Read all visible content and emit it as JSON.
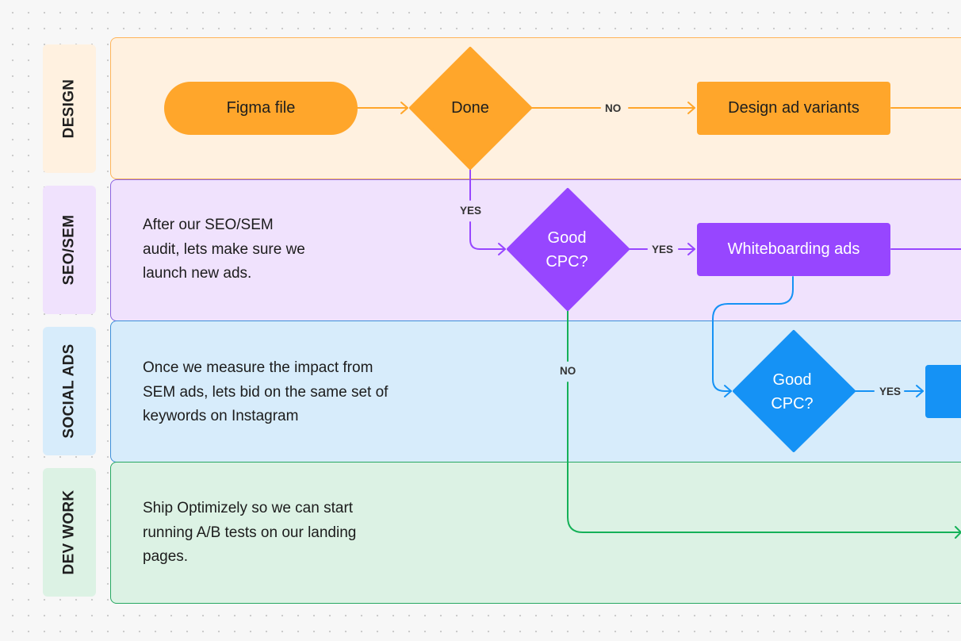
{
  "lanes": [
    {
      "label": "DESIGN",
      "color": "#fff1e0",
      "border": "#ffa62b"
    },
    {
      "label": "SEO/SEM",
      "color": "#f0e2fd",
      "border": "#8f5bdb"
    },
    {
      "label": "SOCIAL ADS",
      "color": "#d7ecfb",
      "border": "#3d8fd9"
    },
    {
      "label": "DEV WORK",
      "color": "#dcf2e4",
      "border": "#27a862"
    }
  ],
  "notes": {
    "seo": "After our SEO/SEM audit, lets make sure we launch new ads.",
    "social": "Once we measure the impact from SEM ads, lets bid on the same set of keywords on Instagram",
    "dev": "Ship Optimizely so we can start running A/B tests on our landing pages."
  },
  "nodes": {
    "figma_file": "Figma file",
    "done": "Done",
    "design_ad_variants": "Design ad variants",
    "good_cpc_1": "Good CPC?",
    "whiteboarding_ads": "Whiteboarding ads",
    "good_cpc_2": "Good CPC?"
  },
  "edge_labels": {
    "done_no": "NO",
    "done_yes": "YES",
    "cpc1_yes": "YES",
    "cpc1_no": "NO",
    "cpc2_yes": "YES"
  },
  "colors": {
    "orange": "#ffa62b",
    "purple": "#9746ff",
    "blue": "#1592f5",
    "green": "#15b158"
  }
}
